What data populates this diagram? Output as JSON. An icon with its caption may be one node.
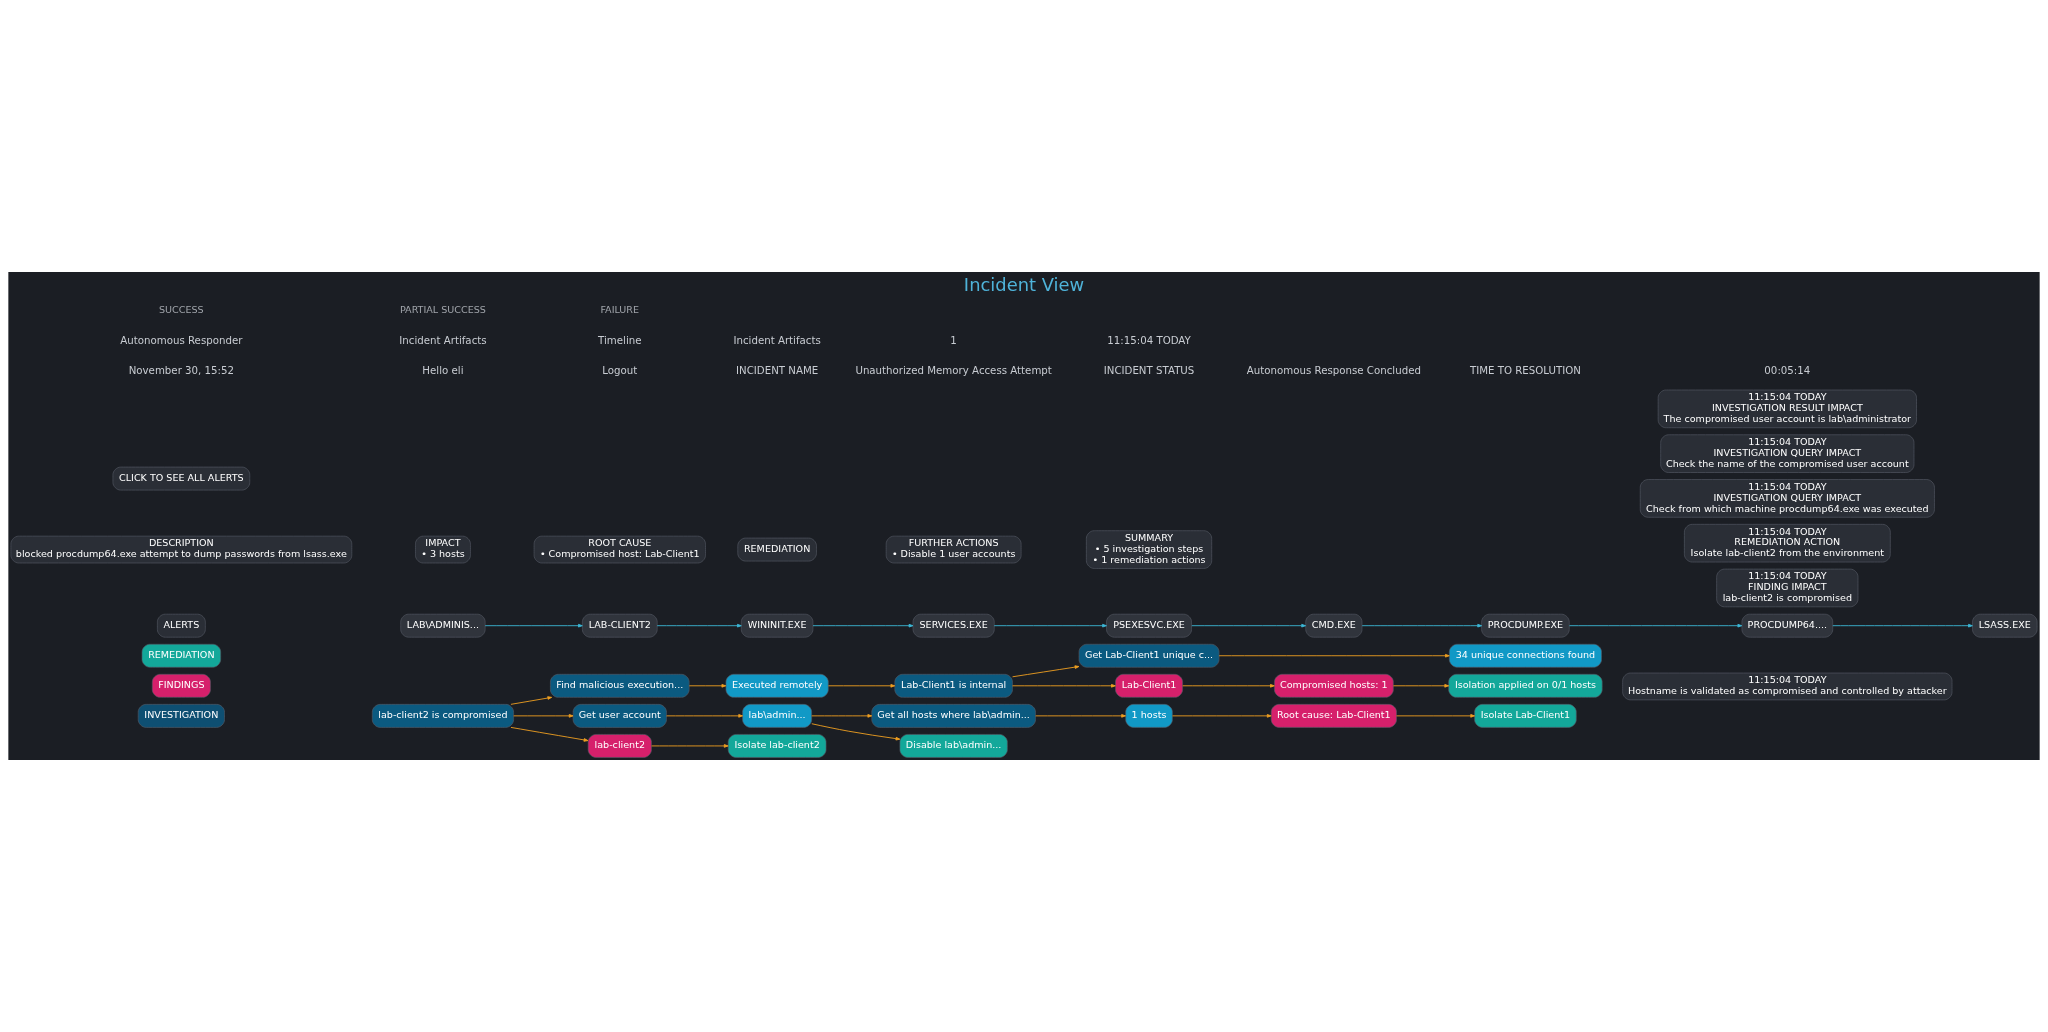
{
  "diagram": {
    "title": "Incident View",
    "nodes": [
      {
        "text": [
          "lab-client2 is compromised"
        ]
      },
      {
        "text": [
          "Find malicious execution..."
        ]
      },
      {
        "text": [
          "Get user account"
        ]
      },
      {
        "text": [
          "lab-client2"
        ]
      },
      {
        "text": [
          "Executed remotely"
        ]
      },
      {
        "text": [
          "lab\\admin..."
        ]
      },
      {
        "text": [
          "Isolate lab-client2"
        ]
      },
      {
        "text": [
          "Lab-Client1 is internal"
        ]
      },
      {
        "text": [
          "Get all hosts where lab\\admin..."
        ]
      },
      {
        "text": [
          "Disable lab\\admin..."
        ]
      },
      {
        "text": [
          "Get Lab-Client1 unique c..."
        ]
      },
      {
        "text": [
          "1 hosts"
        ]
      },
      {
        "text": [
          "Lab-Client1"
        ]
      },
      {
        "text": [
          "34 unique connections found"
        ]
      },
      {
        "text": [
          "Compromised hosts: 1"
        ]
      },
      {
        "text": [
          "Root cause: Lab-Client1"
        ]
      },
      {
        "text": [
          "Isolation applied on 0/1 hosts"
        ]
      },
      {
        "text": [
          "Isolate Lab-Client1"
        ]
      },
      {
        "text": [
          "INVESTIGATION"
        ]
      },
      {
        "text": [
          "FINDINGS"
        ]
      },
      {
        "text": [
          "REMEDIATION"
        ]
      },
      {
        "text": [
          "LAB\\ADMINIS..."
        ]
      },
      {
        "text": [
          "LAB-CLIENT2"
        ]
      },
      {
        "text": [
          "WININIT.EXE"
        ]
      },
      {
        "text": [
          "SERVICES.EXE"
        ]
      },
      {
        "text": [
          "PSEXESVC.EXE"
        ]
      },
      {
        "text": [
          "CMD.EXE"
        ]
      },
      {
        "text": [
          "PROCDUMP.EXE"
        ]
      },
      {
        "text": [
          "PROCDUMP64...."
        ]
      },
      {
        "text": [
          "LSASS.EXE"
        ]
      },
      {
        "text": [
          "DESCRIPTION",
          "blocked procdump64.exe attempt to dump passwords from lsass.exe"
        ]
      },
      {
        "text": [
          "IMPACT",
          "• 3 hosts"
        ]
      },
      {
        "text": [
          "ROOT CAUSE",
          "• Compromised host: Lab-Client1"
        ]
      },
      {
        "text": [
          "REMEDIATION"
        ]
      },
      {
        "text": [
          "FURTHER ACTIONS",
          "• Disable 1 user accounts"
        ]
      },
      {
        "text": [
          "SUMMARY",
          "• 5 investigation steps",
          "• 1 remediation actions"
        ]
      },
      {
        "text": [
          "11:15:04 TODAY",
          "Hostname is validated as compromised and controlled by attacker"
        ]
      },
      {
        "text": [
          "11:15:04 TODAY",
          "FINDING IMPACT",
          "lab-client2 is compromised"
        ]
      },
      {
        "text": [
          "11:15:04 TODAY",
          "REMEDIATION ACTION",
          "Isolate lab-client2 from the environment"
        ]
      },
      {
        "text": [
          "11:15:04 TODAY",
          "INVESTIGATION QUERY IMPACT",
          "Check from which machine procdump64.exe was executed"
        ]
      },
      {
        "text": [
          "11:15:04 TODAY",
          "INVESTIGATION QUERY IMPACT",
          "Check the name of the compromised user account"
        ]
      },
      {
        "text": [
          "11:15:04 TODAY",
          "INVESTIGATION RESULT IMPACT",
          "The compromised user account is lab\\administrator"
        ]
      },
      {
        "text": [
          "ALERTS"
        ]
      },
      {
        "text": [
          "CLICK TO SEE ALL ALERTS"
        ]
      }
    ],
    "edges": [
      {
        "from": 0,
        "to": 1,
        "arrow": "to"
      },
      {
        "from": 0,
        "to": 2,
        "arrow": "to"
      },
      {
        "from": 0,
        "to": 3,
        "arrow": "to"
      },
      {
        "from": 1,
        "to": 4,
        "arrow": "to"
      },
      {
        "from": 2,
        "to": 5,
        "arrow": "to"
      },
      {
        "from": 3,
        "to": 6,
        "arrow": "to"
      },
      {
        "from": 4,
        "to": 7,
        "arrow": "to"
      },
      {
        "from": 5,
        "to": 8,
        "arrow": "to"
      },
      {
        "from": 5,
        "to": 9,
        "arrow": "to"
      },
      {
        "from": 7,
        "to": 10,
        "arrow": "to"
      },
      {
        "from": 7,
        "to": 12,
        "arrow": "to"
      },
      {
        "from": 8,
        "to": 11,
        "arrow": "to"
      },
      {
        "from": 10,
        "to": 13,
        "arrow": "to"
      },
      {
        "from": 11,
        "to": 15,
        "arrow": "to"
      },
      {
        "from": 12,
        "to": 14,
        "arrow": "to"
      },
      {
        "from": 14,
        "to": 16,
        "arrow": "to"
      },
      {
        "from": 15,
        "to": 17,
        "arrow": "to"
      },
      {
        "from": 21,
        "to": 22,
        "arrow": "to",
        "color": "#3cb8d8"
      },
      {
        "from": 22,
        "to": 23,
        "arrow": "to",
        "color": "#3cb8d8"
      },
      {
        "from": 23,
        "to": 24,
        "arrow": "to",
        "color": "#3cb8d8"
      },
      {
        "from": 24,
        "to": 25,
        "arrow": "to",
        "color": "#3cb8d8"
      },
      {
        "from": 25,
        "to": 26,
        "arrow": "to",
        "color": "#3cb8d8"
      },
      {
        "from": 26,
        "to": 27,
        "arrow": "to",
        "color": "#3cb8d8"
      },
      {
        "from": 27,
        "to": 28,
        "arrow": "to",
        "color": "#3cb8d8"
      },
      {
        "from": 28,
        "to": 29,
        "arrow": "to",
        "color": "#3cb8d8"
      }
    ],
    "labels": [
      "November 30, 15:52",
      "Hello eli",
      "Logout",
      "INCIDENT NAME",
      "Unauthorized Memory Access Attempt",
      "INCIDENT STATUS",
      "Autonomous Response Concluded",
      "TIME TO RESOLUTION",
      "00:05:14",
      "Autonomous Responder",
      "Incident Artifacts",
      "Timeline",
      "Incident Artifacts",
      "1",
      "11:15:04 TODAY"
    ],
    "legend": [
      {
        "text": "SUCCESS"
      },
      {
        "text": "PARTIAL SUCCESS"
      },
      {
        "text": "FAILURE"
      }
    ]
  }
}
